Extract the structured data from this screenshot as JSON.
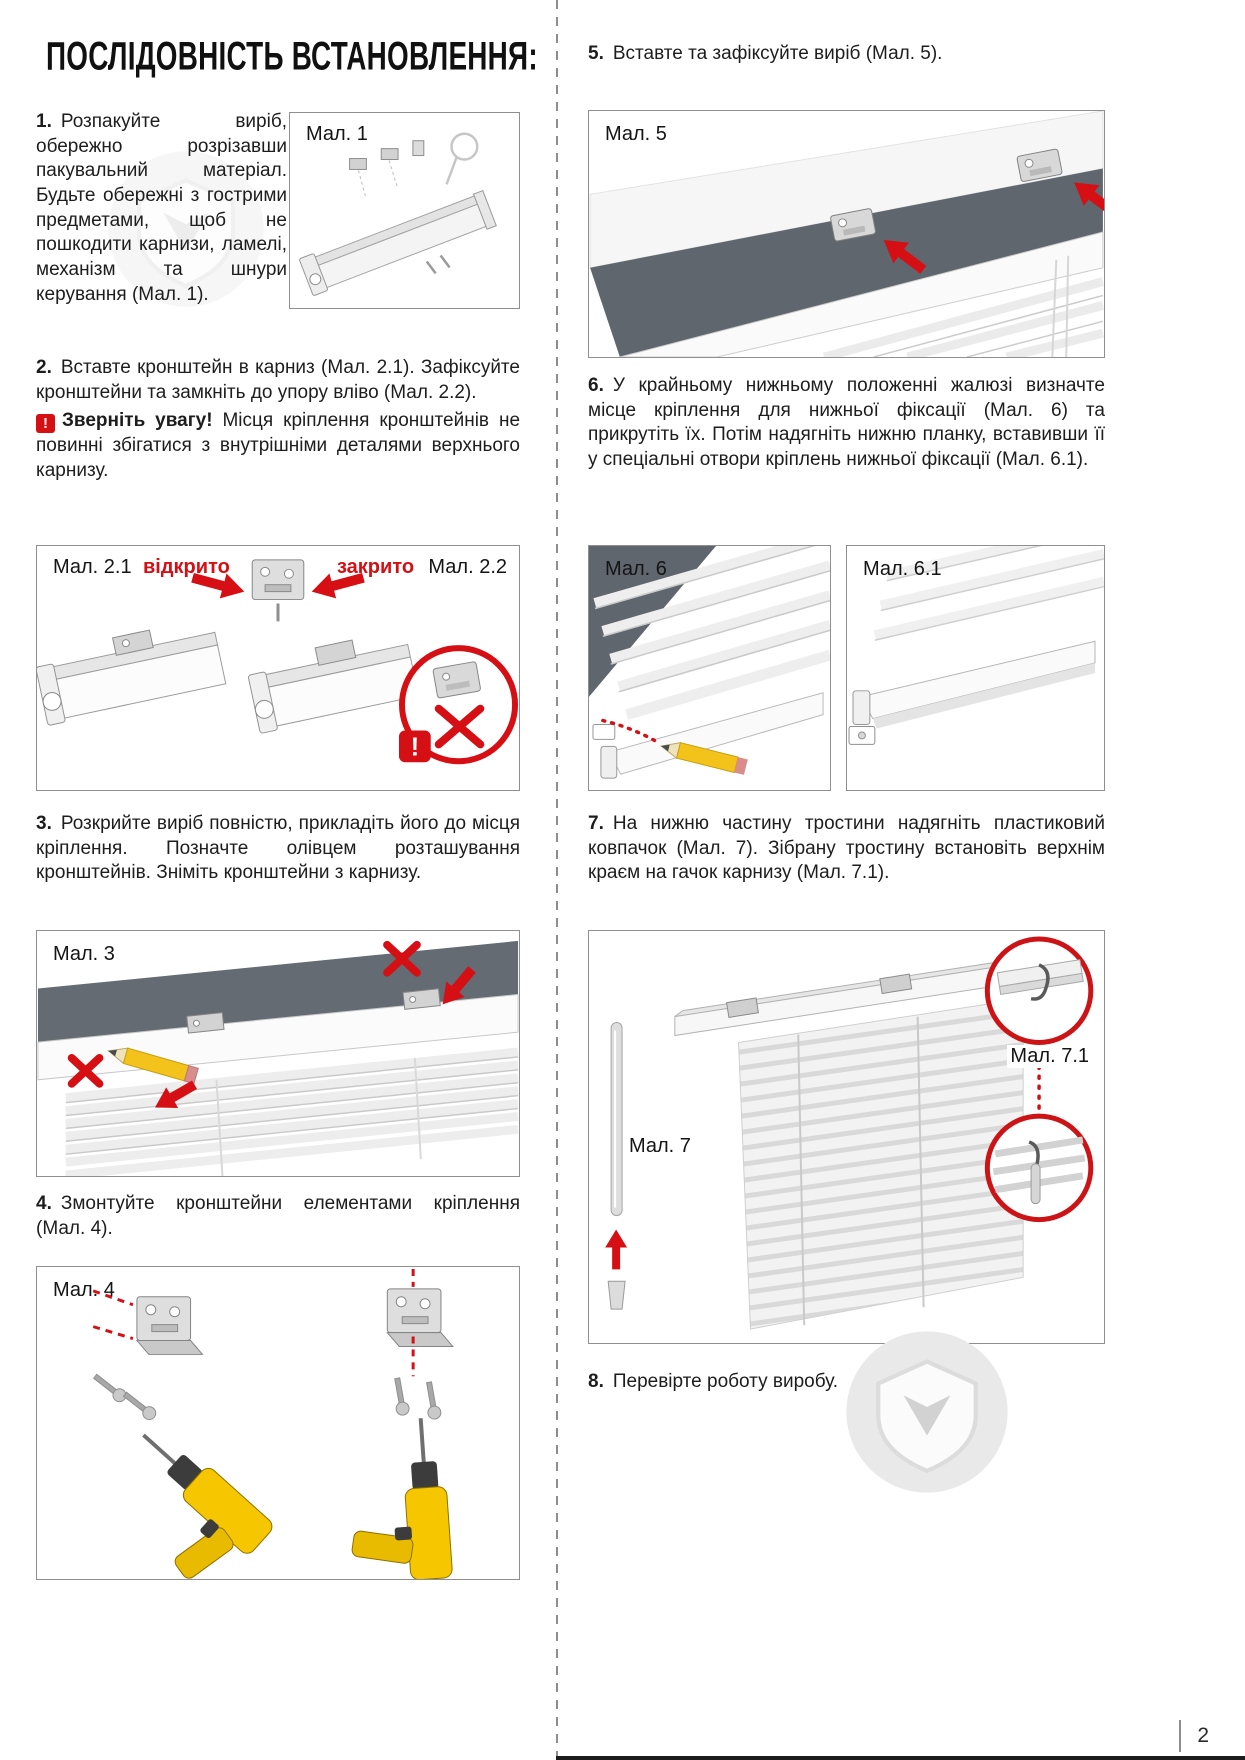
{
  "page": {
    "title": "ПОСЛІДОВНІСТЬ ВСТАНОВЛЕННЯ:",
    "number": "2"
  },
  "colors": {
    "accent_red": "#d50f14",
    "text": "#1d1d1d",
    "figure_border": "#8f8f8f",
    "recess_gray": "#5f666e",
    "drill_yellow": "#f6c700"
  },
  "steps": {
    "s1_num": "1.",
    "s1_text": "Розпакуйте виріб, обережно розрізавши пакувальний матеріал. Будьте обережні з гострими предметами, щоб не пошкодити карнизи, ламелі, механізм та шнури керування (Мал. 1).",
    "s2_num": "2.",
    "s2_text": "Вставте кронштейн в карниз (Мал. 2.1). Зафіксуйте кронштейни та замкніть до упору вліво (Мал. 2.2).",
    "s2_warn_icon": "!",
    "s2_warn_bold": "Зверніть увагу!",
    "s2_warn_text": "Місця кріплення кронштейнів не повинні збігатися з внутрішніми деталями верхнього карнизу.",
    "s3_num": "3.",
    "s3_text": "Розкрийте виріб повністю, прикладіть його до місця кріплення. Позначте олівцем розташування кронштейнів. Зніміть кронштейни з карнизу.",
    "s4_num": "4.",
    "s4_text": "Змонтуйте кронштейни елементами кріплення (Мал. 4).",
    "s5_num": "5.",
    "s5_text": "Вставте та зафіксуйте виріб (Мал. 5).",
    "s6_num": "6.",
    "s6_text": "У крайньому нижньому положенні жалюзі визначте місце кріплення для нижньої фіксації (Мал. 6) та прикрутіть їх. Потім надягніть нижню планку, вставивши її у спеціальні отвори кріплень нижньої фіксації (Мал. 6.1).",
    "s7_num": "7.",
    "s7_text": "На нижню частину тростини надягніть пластиковий ковпачок (Мал. 7). Зібрану тростину встановіть верхнім краєм на гачок карнизу (Мал. 7.1).",
    "s8_num": "8.",
    "s8_text": "Перевірте роботу виробу."
  },
  "figures": {
    "f1_label": "Мал. 1",
    "f2_label_left": "Мал. 2.1",
    "f2_open": "відкрито",
    "f2_closed": "закрито",
    "f2_label_right": "Мал. 2.2",
    "f2_warning_mark": "!",
    "f3_label": "Мал. 3",
    "f4_label": "Мал. 4",
    "f5_label": "Мал. 5",
    "f6_label": "Мал. 6",
    "f61_label": "Мал. 6.1",
    "f7_label": "Мал. 7",
    "f71_label": "Мал. 7.1"
  }
}
